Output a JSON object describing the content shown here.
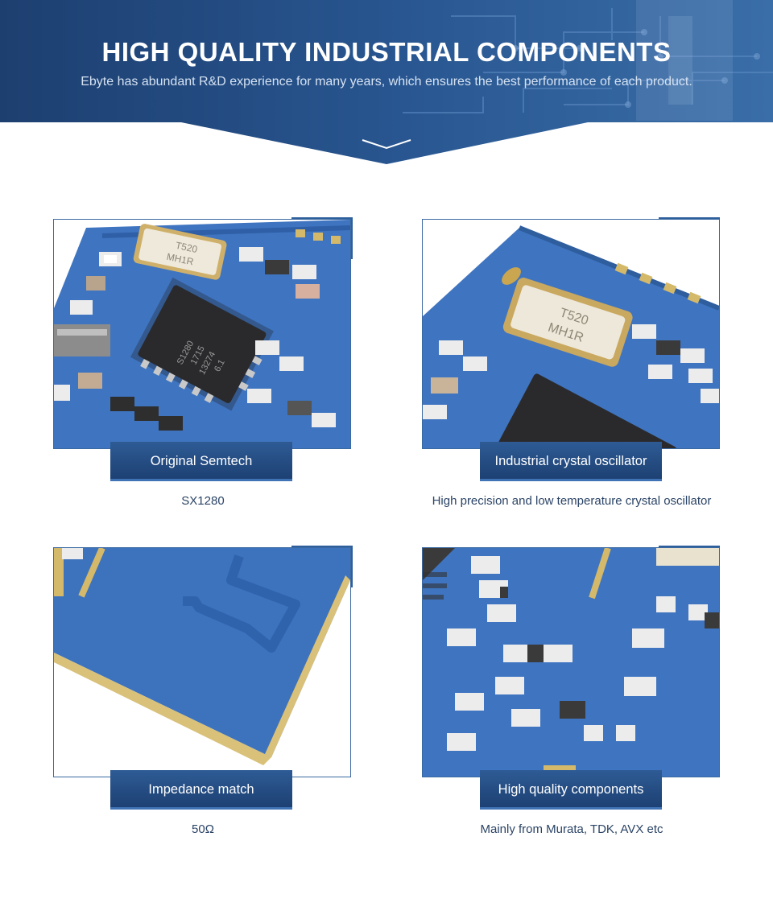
{
  "header": {
    "title": "HIGH QUALITY INDUSTRIAL COMPONENTS",
    "subtitle": "Ebyte has abundant R&D experience for many years, which ensures the best performance of each product."
  },
  "cards": [
    {
      "label": "Original Semtech",
      "description": "SX1280",
      "image": "semtech-chip-closeup"
    },
    {
      "label": "Industrial crystal oscillator",
      "description": "High precision and low temperature crystal oscillator",
      "image": "crystal-oscillator-closeup"
    },
    {
      "label": "Impedance match",
      "description": "50Ω",
      "image": "pcb-antenna-trace-closeup"
    },
    {
      "label": "High quality components",
      "description": "Mainly from Murata, TDK, AVX etc",
      "image": "smd-components-closeup"
    }
  ],
  "chip": {
    "marking_line1": "S1280",
    "marking_line2": "1715",
    "marking_line3": "13274",
    "marking_line4": "6.1"
  },
  "crystal": {
    "marking_line1": "T520",
    "marking_line2": "MH1R"
  },
  "colors": {
    "banner_dark": "#1e4274",
    "banner_light": "#3a6ea8",
    "pcb_blue": "#3f74c0",
    "pcb_edge_gold": "#d8c17a",
    "label_bg": "#234b80",
    "text_dark": "#2b4466"
  }
}
